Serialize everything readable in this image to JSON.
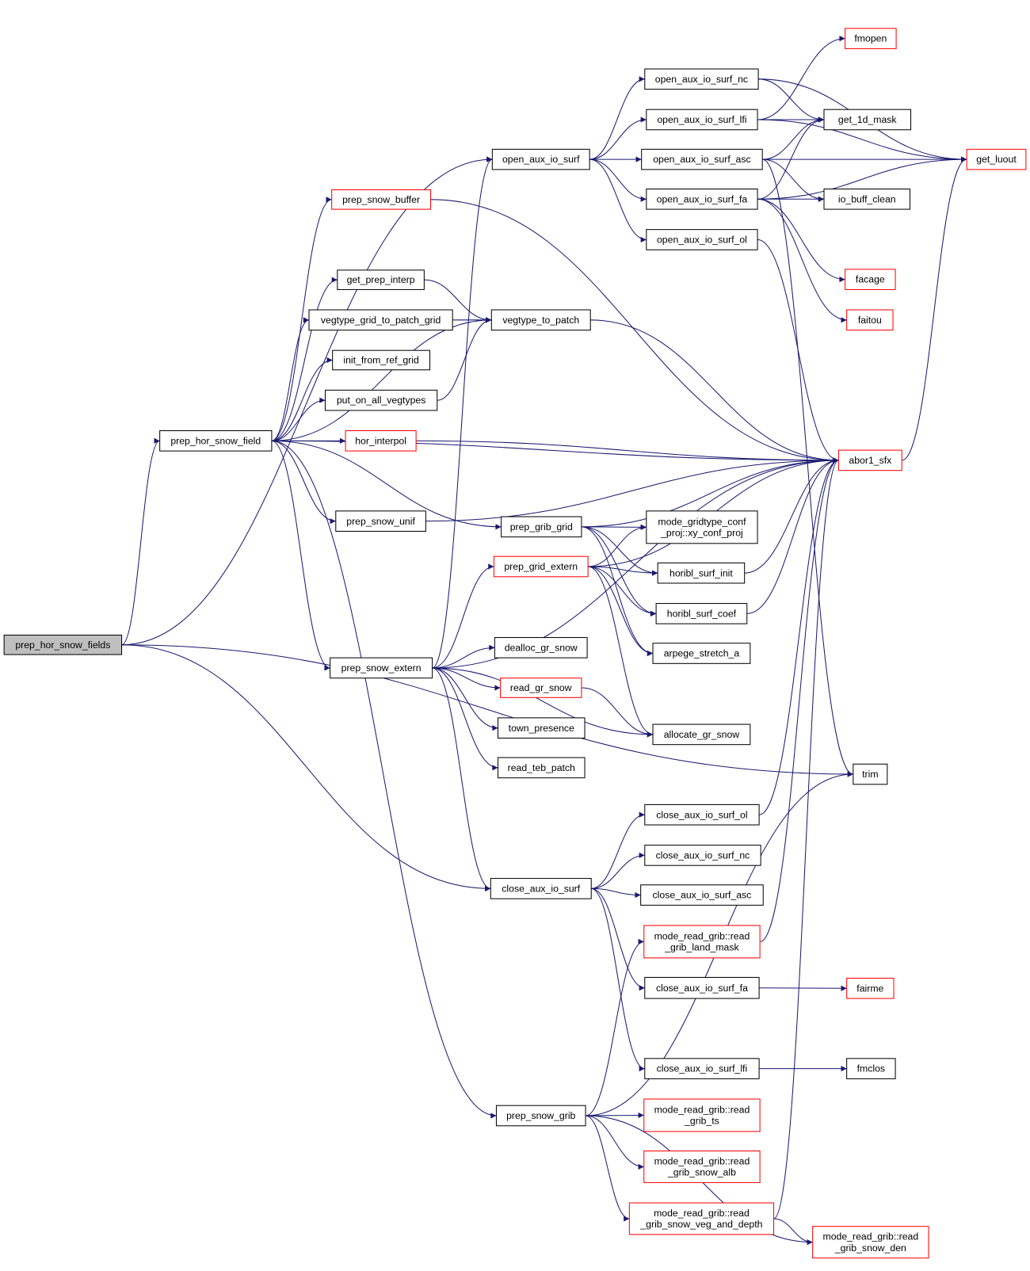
{
  "title": "prep_hor_snow_fields call graph",
  "colors": {
    "edge": "#191970",
    "normal_border": "#000000",
    "red_border": "#ff0000",
    "root_fill": "#bfbfbf"
  },
  "nodes": {
    "root": {
      "lines": [
        "prep_hor_snow_fields"
      ],
      "style": "root"
    },
    "phsf": {
      "lines": [
        "prep_hor_snow_field"
      ],
      "style": "normal"
    },
    "oais": {
      "lines": [
        "open_aux_io_surf"
      ],
      "style": "normal"
    },
    "psb": {
      "lines": [
        "prep_snow_buffer"
      ],
      "style": "red"
    },
    "gpi": {
      "lines": [
        "get_prep_interp"
      ],
      "style": "normal"
    },
    "vgtpg": {
      "lines": [
        "vegtype_grid_to_patch_grid"
      ],
      "style": "normal"
    },
    "ifrg": {
      "lines": [
        "init_from_ref_grid"
      ],
      "style": "normal"
    },
    "poav": {
      "lines": [
        "put_on_all_vegtypes"
      ],
      "style": "normal"
    },
    "hi": {
      "lines": [
        "hor_interpol"
      ],
      "style": "red"
    },
    "psu": {
      "lines": [
        "prep_snow_unif"
      ],
      "style": "normal"
    },
    "pse": {
      "lines": [
        "prep_snow_extern"
      ],
      "style": "normal"
    },
    "cais": {
      "lines": [
        "close_aux_io_surf"
      ],
      "style": "normal"
    },
    "psg": {
      "lines": [
        "prep_snow_grib"
      ],
      "style": "normal"
    },
    "onc": {
      "lines": [
        "open_aux_io_surf_nc"
      ],
      "style": "normal"
    },
    "olfi": {
      "lines": [
        "open_aux_io_surf_lfi"
      ],
      "style": "normal"
    },
    "oasc": {
      "lines": [
        "open_aux_io_surf_asc"
      ],
      "style": "normal"
    },
    "ofa": {
      "lines": [
        "open_aux_io_surf_fa"
      ],
      "style": "normal"
    },
    "ool": {
      "lines": [
        "open_aux_io_surf_ol"
      ],
      "style": "normal"
    },
    "vtp": {
      "lines": [
        "vegtype_to_patch"
      ],
      "style": "normal"
    },
    "pgg": {
      "lines": [
        "prep_grib_grid"
      ],
      "style": "normal"
    },
    "pge": {
      "lines": [
        "prep_grid_extern"
      ],
      "style": "red"
    },
    "xcp": {
      "lines": [
        "mode_gridtype_conf",
        "_proj::xy_conf_proj"
      ],
      "style": "normal"
    },
    "hsi": {
      "lines": [
        "horibl_surf_init"
      ],
      "style": "normal"
    },
    "hsc": {
      "lines": [
        "horibl_surf_coef"
      ],
      "style": "normal"
    },
    "asa": {
      "lines": [
        "arpege_stretch_a"
      ],
      "style": "normal"
    },
    "dgs": {
      "lines": [
        "dealloc_gr_snow"
      ],
      "style": "normal"
    },
    "rgs": {
      "lines": [
        "read_gr_snow"
      ],
      "style": "red"
    },
    "tp": {
      "lines": [
        "town_presence"
      ],
      "style": "normal"
    },
    "rtp": {
      "lines": [
        "read_teb_patch"
      ],
      "style": "normal"
    },
    "ags": {
      "lines": [
        "allocate_gr_snow"
      ],
      "style": "normal"
    },
    "col": {
      "lines": [
        "close_aux_io_surf_ol"
      ],
      "style": "normal"
    },
    "cnc": {
      "lines": [
        "close_aux_io_surf_nc"
      ],
      "style": "normal"
    },
    "casc": {
      "lines": [
        "close_aux_io_surf_asc"
      ],
      "style": "normal"
    },
    "rglm": {
      "lines": [
        "mode_read_grib::read",
        "_grib_land_mask"
      ],
      "style": "red"
    },
    "cfa": {
      "lines": [
        "close_aux_io_surf_fa"
      ],
      "style": "normal"
    },
    "clfi": {
      "lines": [
        "close_aux_io_surf_lfi"
      ],
      "style": "normal"
    },
    "rgts": {
      "lines": [
        "mode_read_grib::read",
        "_grib_ts"
      ],
      "style": "red"
    },
    "rgsa": {
      "lines": [
        "mode_read_grib::read",
        "_grib_snow_alb"
      ],
      "style": "red"
    },
    "rgsvd": {
      "lines": [
        "mode_read_grib::read",
        "_grib_snow_veg_and_depth"
      ],
      "style": "red"
    },
    "rgsd": {
      "lines": [
        "mode_read_grib::read",
        "_grib_snow_den"
      ],
      "style": "red"
    },
    "fmopen": {
      "lines": [
        "fmopen"
      ],
      "style": "red"
    },
    "g1m": {
      "lines": [
        "get_1d_mask"
      ],
      "style": "normal"
    },
    "gl": {
      "lines": [
        "get_luout"
      ],
      "style": "red"
    },
    "ibc": {
      "lines": [
        "io_buff_clean"
      ],
      "style": "normal"
    },
    "facage": {
      "lines": [
        "facage"
      ],
      "style": "red"
    },
    "faitou": {
      "lines": [
        "faitou"
      ],
      "style": "red"
    },
    "abor": {
      "lines": [
        "abor1_sfx"
      ],
      "style": "red"
    },
    "trim": {
      "lines": [
        "trim"
      ],
      "style": "normal"
    },
    "fairme": {
      "lines": [
        "fairme"
      ],
      "style": "red"
    },
    "fmclos": {
      "lines": [
        "fmclos"
      ],
      "style": "normal"
    }
  },
  "edges": [
    [
      "root",
      "phsf"
    ],
    [
      "root",
      "oais"
    ],
    [
      "root",
      "cais"
    ],
    [
      "root",
      "trim"
    ],
    [
      "phsf",
      "psb"
    ],
    [
      "phsf",
      "gpi"
    ],
    [
      "phsf",
      "vgtpg"
    ],
    [
      "phsf",
      "ifrg"
    ],
    [
      "phsf",
      "poav"
    ],
    [
      "phsf",
      "hi"
    ],
    [
      "phsf",
      "abor"
    ],
    [
      "phsf",
      "psu"
    ],
    [
      "phsf",
      "pgg"
    ],
    [
      "phsf",
      "pse"
    ],
    [
      "phsf",
      "psg"
    ],
    [
      "phsf",
      "vtp"
    ],
    [
      "oais",
      "onc"
    ],
    [
      "oais",
      "olfi"
    ],
    [
      "oais",
      "oasc"
    ],
    [
      "oais",
      "ofa"
    ],
    [
      "oais",
      "ool"
    ],
    [
      "onc",
      "g1m"
    ],
    [
      "onc",
      "gl"
    ],
    [
      "olfi",
      "fmopen"
    ],
    [
      "olfi",
      "g1m"
    ],
    [
      "olfi",
      "gl"
    ],
    [
      "oasc",
      "g1m"
    ],
    [
      "oasc",
      "gl"
    ],
    [
      "oasc",
      "ibc"
    ],
    [
      "oasc",
      "trim"
    ],
    [
      "ofa",
      "g1m"
    ],
    [
      "ofa",
      "ibc"
    ],
    [
      "ofa",
      "gl"
    ],
    [
      "ofa",
      "facage"
    ],
    [
      "ofa",
      "faitou"
    ],
    [
      "ool",
      "abor"
    ],
    [
      "psb",
      "abor"
    ],
    [
      "gpi",
      "vtp"
    ],
    [
      "vgtpg",
      "vtp"
    ],
    [
      "poav",
      "vtp"
    ],
    [
      "hi",
      "abor"
    ],
    [
      "vtp",
      "abor"
    ],
    [
      "abor",
      "gl"
    ],
    [
      "psu",
      "abor"
    ],
    [
      "pgg",
      "abor"
    ],
    [
      "pgg",
      "xcp"
    ],
    [
      "pgg",
      "hsi"
    ],
    [
      "pgg",
      "hsc"
    ],
    [
      "pgg",
      "asa"
    ],
    [
      "pge",
      "xcp"
    ],
    [
      "pge",
      "hsi"
    ],
    [
      "pge",
      "hsc"
    ],
    [
      "pge",
      "asa"
    ],
    [
      "pge",
      "abor"
    ],
    [
      "pge",
      "ags"
    ],
    [
      "hsi",
      "abor"
    ],
    [
      "hsc",
      "abor"
    ],
    [
      "pse",
      "oais"
    ],
    [
      "pse",
      "pge"
    ],
    [
      "pse",
      "dgs"
    ],
    [
      "pse",
      "rgs"
    ],
    [
      "pse",
      "tp"
    ],
    [
      "pse",
      "rtp"
    ],
    [
      "pse",
      "ags"
    ],
    [
      "pse",
      "cais"
    ],
    [
      "pse",
      "abor"
    ],
    [
      "rgs",
      "ags"
    ],
    [
      "cais",
      "col"
    ],
    [
      "cais",
      "cnc"
    ],
    [
      "cais",
      "casc"
    ],
    [
      "cais",
      "cfa"
    ],
    [
      "cais",
      "clfi"
    ],
    [
      "col",
      "abor"
    ],
    [
      "cfa",
      "fairme"
    ],
    [
      "clfi",
      "fmclos"
    ],
    [
      "rglm",
      "abor"
    ],
    [
      "psg",
      "rglm"
    ],
    [
      "psg",
      "rgts"
    ],
    [
      "psg",
      "rgsa"
    ],
    [
      "psg",
      "rgsvd"
    ],
    [
      "psg",
      "rgsd"
    ],
    [
      "psg",
      "trim"
    ],
    [
      "rgsvd",
      "rgsd"
    ],
    [
      "rgsvd",
      "abor"
    ]
  ]
}
